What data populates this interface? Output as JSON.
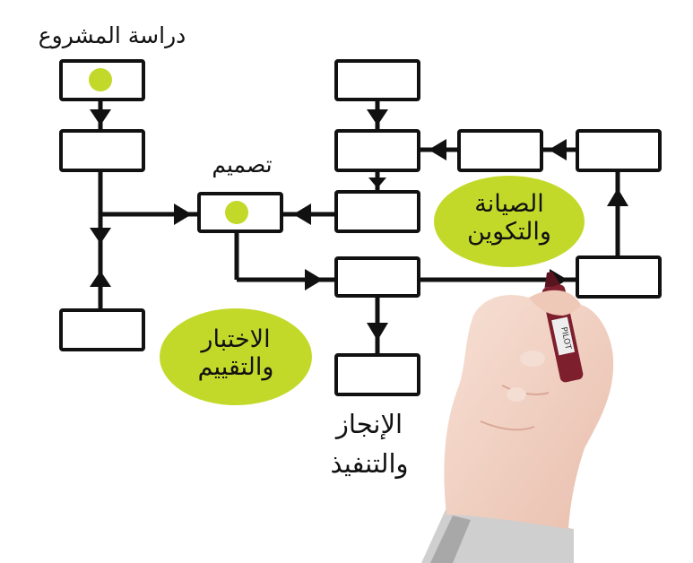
{
  "labels": {
    "project_study": "دراسة المشروع",
    "design": "تصميم",
    "maintenance_line1": "الصيانة",
    "maintenance_line2": "والتكوين",
    "testing_line1": "الاختبار",
    "testing_line2": "والتقييم",
    "implementation_line1": "الإنجاز",
    "implementation_line2": "والتنفيذ"
  },
  "pen_text": "PILOT",
  "colors": {
    "accent_green": "#c3d92a",
    "box_border": "#111111",
    "line": "#111111",
    "skin": "#f2d3c4",
    "marker": "#7d1f2c",
    "sleeve": "#cfcfcf"
  }
}
